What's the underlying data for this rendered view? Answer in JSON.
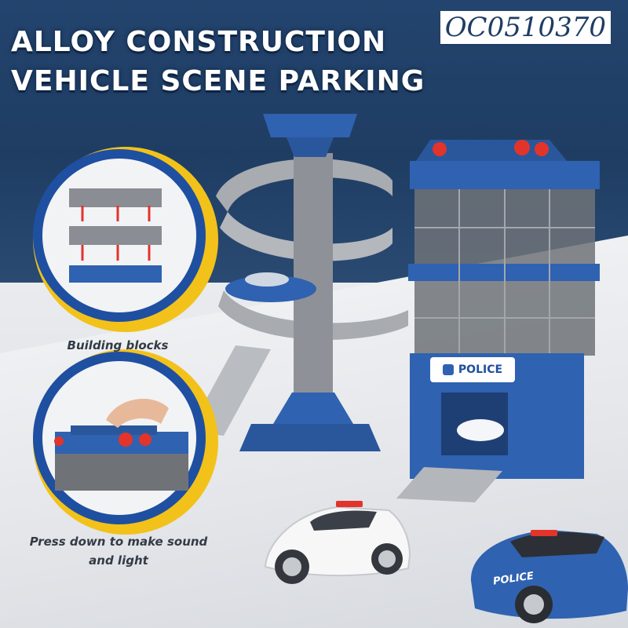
{
  "header": {
    "title_line1": "ALLOY CONSTRUCTION",
    "title_line2": "VEHICLE SCENE PARKING",
    "product_code": "OC0510370"
  },
  "features": [
    {
      "caption": "Building blocks",
      "icon": "stacking-blocks-icon"
    },
    {
      "caption": "Press down to make sound and light",
      "icon": "press-button-light-icon"
    }
  ],
  "playset": {
    "building_sign": "POLICE",
    "car_door_label": "POLICE"
  },
  "colors": {
    "brand_blue": "#1f3d63",
    "toy_blue": "#2f62b0",
    "accent_yellow": "#f2c21a",
    "light_red": "#e2342a"
  }
}
